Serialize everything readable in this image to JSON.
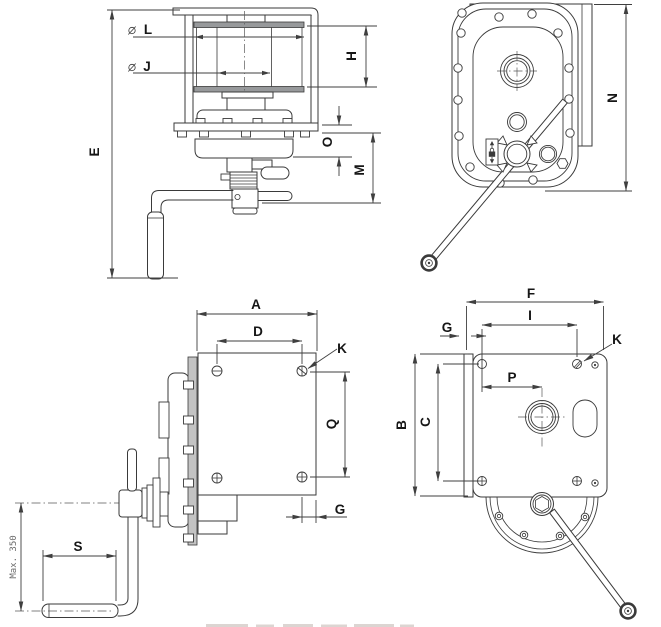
{
  "drawing": {
    "type": "technical-dimensional-drawing",
    "colors": {
      "line": "#3a3a3a",
      "label": "#161616",
      "flange_fill": "#97999b",
      "plate_fill": "#c3c3c3"
    },
    "labels": {
      "L": "L",
      "J": "J",
      "E": "E",
      "H": "H",
      "O": "O",
      "M": "M",
      "N": "N",
      "A": "A",
      "D": "D",
      "K": "K",
      "Q": "Q",
      "G": "G",
      "S": "S",
      "F": "F",
      "I": "I",
      "P": "P",
      "B": "B",
      "C": "C",
      "max_crank_length": "Max. 350"
    },
    "icons": {
      "diameter_icon": "⌀",
      "padlock_icon": "padlock",
      "up_arrow_icon": "up-arrow",
      "down_arrow_icon": "down-arrow"
    }
  }
}
